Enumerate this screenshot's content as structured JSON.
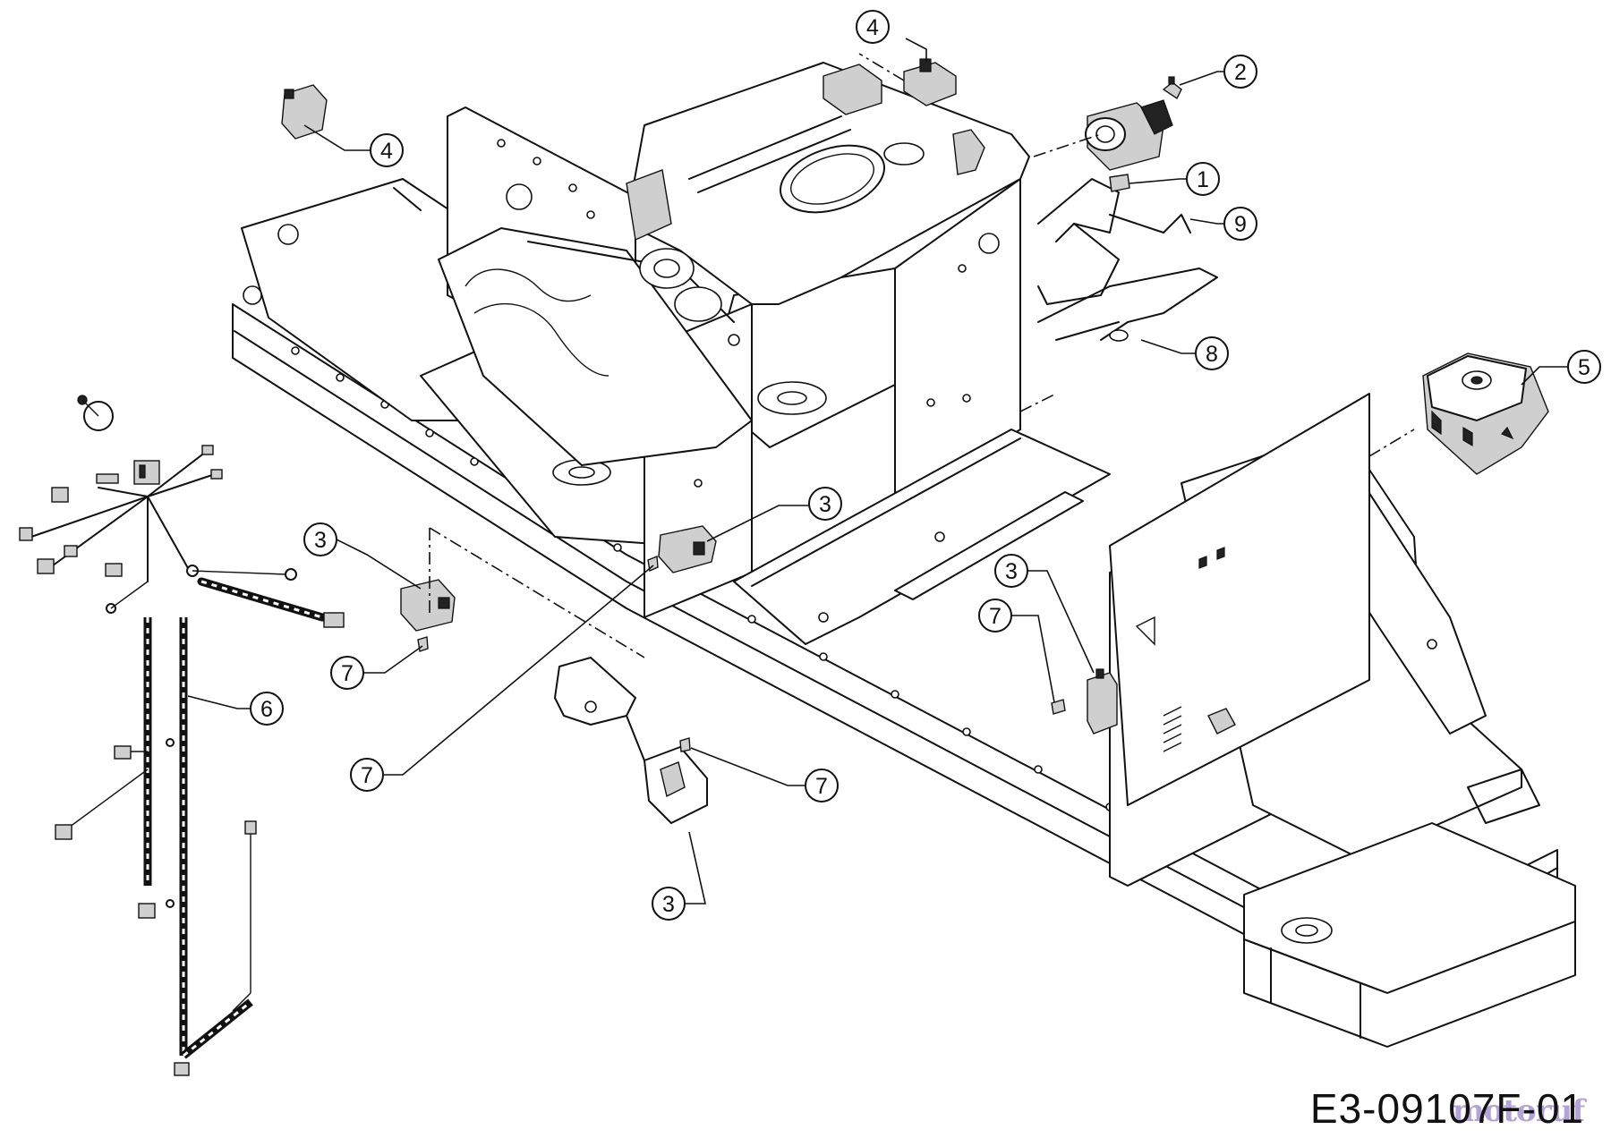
{
  "diagram": {
    "code": "E3-09107F-01",
    "watermark": "motoruf",
    "callouts": [
      {
        "id": "c4a",
        "label": "4"
      },
      {
        "id": "c4b",
        "label": "4"
      },
      {
        "id": "c2",
        "label": "2"
      },
      {
        "id": "c1",
        "label": "1"
      },
      {
        "id": "c9",
        "label": "9"
      },
      {
        "id": "c8",
        "label": "8"
      },
      {
        "id": "c5",
        "label": "5"
      },
      {
        "id": "c3a",
        "label": "3"
      },
      {
        "id": "c3b",
        "label": "3"
      },
      {
        "id": "c3c",
        "label": "3"
      },
      {
        "id": "c3d",
        "label": "3"
      },
      {
        "id": "c7a",
        "label": "7"
      },
      {
        "id": "c7b",
        "label": "7"
      },
      {
        "id": "c7c",
        "label": "7"
      },
      {
        "id": "c7d",
        "label": "7"
      },
      {
        "id": "c6",
        "label": "6"
      }
    ]
  }
}
